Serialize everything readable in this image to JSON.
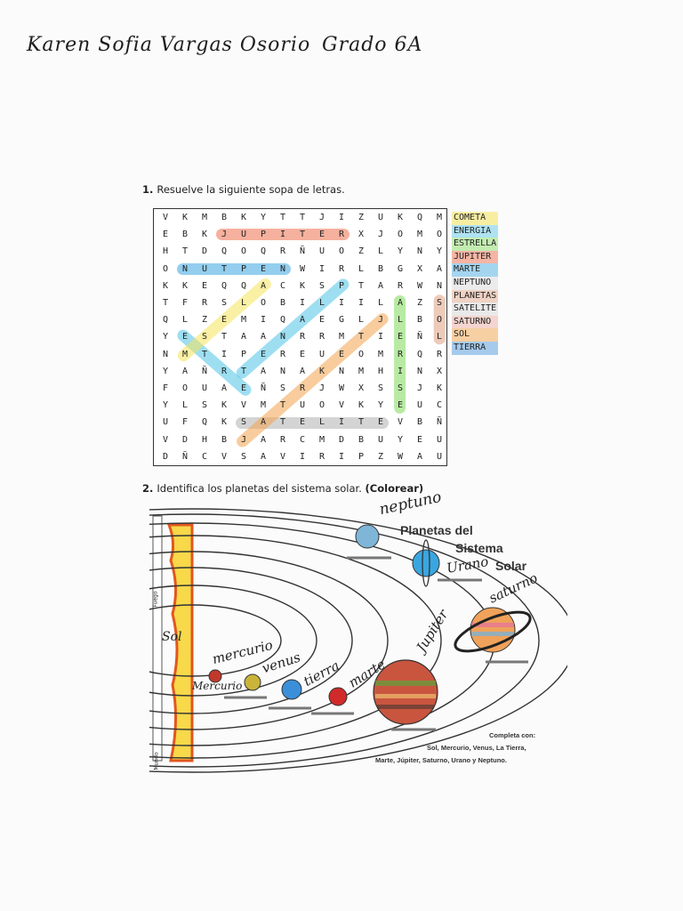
{
  "header": {
    "name": "Karen Sofia Vargas Osorio",
    "grade": "Grado 6A"
  },
  "q1": {
    "num": "1.",
    "text": "Resuelve la siguiente sopa de letras."
  },
  "grid_rows": [
    [
      "V",
      "K",
      "M",
      "B",
      "K",
      "Y",
      "T",
      "T",
      "J",
      "I",
      "Z",
      "U",
      "K",
      "Q",
      "M"
    ],
    [
      "E",
      "B",
      "K",
      "J",
      "U",
      "P",
      "I",
      "T",
      "E",
      "R",
      "X",
      "J",
      "O",
      "M",
      "O"
    ],
    [
      "H",
      "T",
      "D",
      "Q",
      "O",
      "Q",
      "R",
      "Ñ",
      "U",
      "O",
      "Z",
      "L",
      "Y",
      "N",
      "Y"
    ],
    [
      "O",
      "N",
      "U",
      "T",
      "P",
      "E",
      "N",
      "W",
      "I",
      "R",
      "L",
      "B",
      "G",
      "X",
      "A"
    ],
    [
      "K",
      "K",
      "E",
      "Q",
      "Q",
      "A",
      "C",
      "K",
      "S",
      "P",
      "T",
      "A",
      "R",
      "W",
      "N"
    ],
    [
      "T",
      "F",
      "R",
      "S",
      "L",
      "O",
      "B",
      "I",
      "L",
      "I",
      "I",
      "L",
      "A",
      "Z",
      "S"
    ],
    [
      "Q",
      "L",
      "Z",
      "E",
      "M",
      "I",
      "Q",
      "A",
      "E",
      "G",
      "L",
      "J",
      "L",
      "B",
      "O"
    ],
    [
      "Y",
      "E",
      "S",
      "T",
      "A",
      "A",
      "N",
      "R",
      "R",
      "M",
      "T",
      "I",
      "E",
      "Ñ",
      "L"
    ],
    [
      "N",
      "M",
      "T",
      "I",
      "P",
      "E",
      "R",
      "E",
      "U",
      "E",
      "O",
      "M",
      "R",
      "Q",
      "R"
    ],
    [
      "Y",
      "A",
      "Ñ",
      "R",
      "T",
      "A",
      "N",
      "A",
      "K",
      "N",
      "M",
      "H",
      "I",
      "N",
      "X"
    ],
    [
      "F",
      "O",
      "U",
      "A",
      "E",
      "Ñ",
      "S",
      "R",
      "J",
      "W",
      "X",
      "S",
      "S",
      "J",
      "K"
    ],
    [
      "Y",
      "L",
      "S",
      "K",
      "V",
      "M",
      "T",
      "U",
      "O",
      "V",
      "K",
      "Y",
      "E",
      "U",
      "C"
    ],
    [
      "U",
      "F",
      "Q",
      "K",
      "S",
      "A",
      "T",
      "E",
      "L",
      "I",
      "T",
      "E",
      "V",
      "B",
      "Ñ"
    ],
    [
      "V",
      "D",
      "H",
      "B",
      "J",
      "A",
      "R",
      "C",
      "M",
      "D",
      "B",
      "U",
      "Y",
      "E",
      "U"
    ],
    [
      "D",
      "Ñ",
      "C",
      "V",
      "S",
      "A",
      "V",
      "I",
      "R",
      "I",
      "P",
      "Z",
      "W",
      "A",
      "U"
    ]
  ],
  "words": [
    "COMETA",
    "ENERGIA",
    "ESTRELLA",
    "JUPITER",
    "MARTE",
    "NEPTUNO",
    "PLANETAS",
    "SATELITE",
    "SATURNO",
    "SOL",
    "TIERRA"
  ],
  "q2": {
    "num": "2.",
    "text": "Identifica los planetas del sistema solar.",
    "emph": "(Colorear)"
  },
  "solar": {
    "title_line1": "Planetas del",
    "title_line2": "Sistema",
    "title_line3": "Solar",
    "instr_line1": "Completa con:",
    "instr_line2": "Sol, Mercurio, Venus, La Tierra,",
    "instr_line3": "Marte, Júpiter, Saturno, Urano y Neptuno.",
    "labels": {
      "sol": "Sol",
      "mercurio": "mercurio",
      "mercurio2": "Mercurio",
      "venus": "venus",
      "tierra": "tierra",
      "marte": "marte",
      "jupiter": "Jupiter",
      "saturno": "saturno",
      "urano": "Urano",
      "neptuno": "neptuno"
    },
    "side_top": "Fuego",
    "side_bottom": "Mundo"
  },
  "colors": {
    "cometa": "#f5e35a",
    "energia": "#4fc3e6",
    "estrella": "#7ed957",
    "jupiter": "#ef6f4f",
    "marte": "#3aa6e0",
    "planetas": "#e0a080",
    "sol": "#f2a34c",
    "tierra": "#3b8fd9",
    "saturno": "#e88c7a",
    "satelite": "#b0b0b0"
  }
}
